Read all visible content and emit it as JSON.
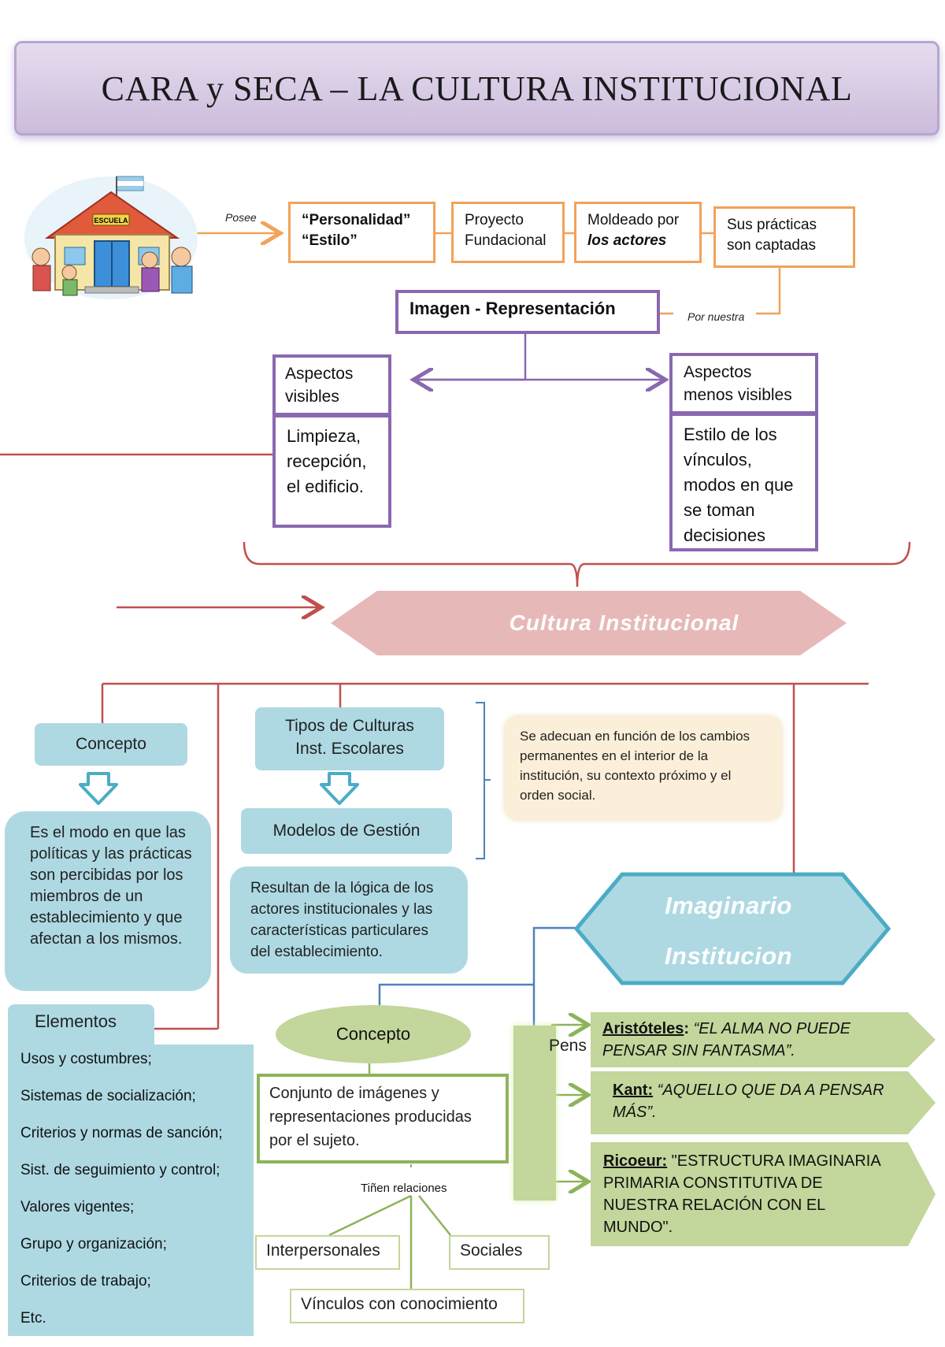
{
  "title": "CARA y SECA – LA CULTURA INSTITUCIONAL",
  "school_sign": "ESCUELA",
  "top_flow": {
    "posee": "Posee",
    "personalidad": "“Personalidad”",
    "estilo": "“Estilo”",
    "proyecto_1": "Proyecto",
    "proyecto_2": "Fundacional",
    "moldeado_1": "Moldeado por",
    "moldeado_2": "los actores",
    "practicas_1": "Sus prácticas",
    "practicas_2": "son captadas",
    "por_nuestra": "Por nuestra"
  },
  "imagen": "Imagen - Representación",
  "visibles": {
    "header_1": "Aspectos",
    "header_2": "visibles",
    "body_1": "Limpieza,",
    "body_2": "recepción,",
    "body_3": "el edificio."
  },
  "menos_visibles": {
    "header_1": "Aspectos",
    "header_2": "menos visibles",
    "body_1": "Estilo de los",
    "body_2": "vínculos,",
    "body_3": "modos en que",
    "body_4": "se toman",
    "body_5": "decisiones"
  },
  "cultura": "Cultura Institucional",
  "concepto": {
    "label": "Concepto",
    "text": "Es el modo en que las políticas y las prácticas son percibidas por los miembros de un establecimiento y que afectan a los mismos."
  },
  "tipos": {
    "label_1": "Tipos de Culturas",
    "label_2": "Inst. Escolares",
    "modelos": "Modelos de Gestión",
    "resultan": "Resultan de la lógica de los actores institucionales y las características particulares del establecimiento."
  },
  "adecuan": "Se adecuan en función de los cambios permanentes en el interior de la institución, su contexto próximo y el orden social.",
  "elementos": {
    "label": "Elementos",
    "items": [
      "Usos y costumbres;",
      "Sistemas de socialización;",
      "Criterios y normas de sanción;",
      "Sist. de seguimiento y control;",
      "Valores vigentes;",
      "Grupo y organización;",
      "Criterios de trabajo;",
      "Etc."
    ]
  },
  "imaginario": {
    "line_1": "Imaginario",
    "line_2": "Institucion",
    "concepto": "Concepto",
    "conjunto": "Conjunto de imágenes y representaciones producidas por el sujeto.",
    "tinen": "Tiñen relaciones",
    "interpersonales": "Interpersonales",
    "sociales": "Sociales",
    "vinculos": "Vínculos con conocimiento",
    "pens": "Pens"
  },
  "quotes": [
    {
      "author": "Aristóteles",
      "sep": ":",
      "text": " “EL ALMA NO PUEDE PENSAR SIN FANTASMA”."
    },
    {
      "author": "Kant:",
      "sep": "",
      "text": " “AQUELLO QUE DA A PENSAR MÁS”."
    },
    {
      "author": "Ricoeur:",
      "sep": "",
      "text": " \"ESTRUCTURA IMAGINARIA PRIMARIA CONSTITUTIVA DE NUESTRA RELACIÓN CON EL MUNDO\"."
    }
  ],
  "colors": {
    "orange": "#f2a25a",
    "purple": "#8a68b0",
    "teal": "#aed9e3",
    "green": "#c3d69b",
    "red_line": "#c0504d",
    "blue_line": "#4f81bd",
    "cultura_fill": "#e6b9b8"
  }
}
